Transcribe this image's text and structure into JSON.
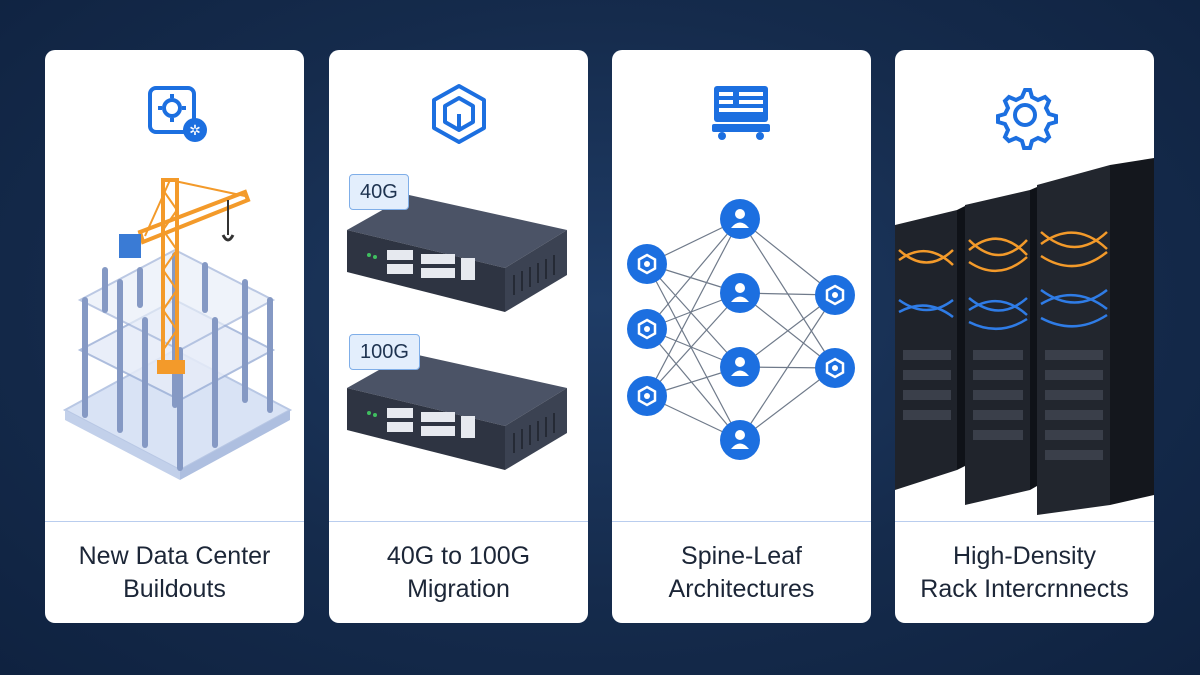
{
  "cards": [
    {
      "caption_line1": "New Data Center",
      "caption_line2": "Buildouts",
      "icon": "gear-panel-icon"
    },
    {
      "caption_line1": "40G to 100G",
      "caption_line2": "Migration",
      "icon": "cube-icon",
      "tags": [
        "40G",
        "100G"
      ]
    },
    {
      "caption_line1": "Spine-Leaf",
      "caption_line2": "Architectures",
      "icon": "server-cart-icon"
    },
    {
      "caption_line1": "High-Density",
      "caption_line2": "Rack Intercrnnects",
      "icon": "gear-icon"
    }
  ],
  "colors": {
    "accent": "#1c6fe0",
    "crane": "#f39a2a",
    "switch": "#3b4252"
  }
}
